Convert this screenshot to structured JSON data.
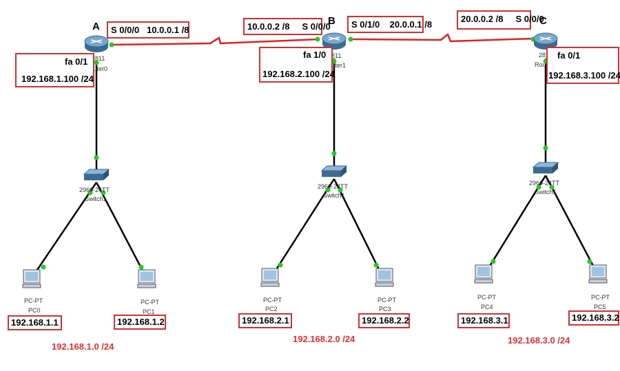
{
  "routers": [
    {
      "letter": "A",
      "model": "2811",
      "name": "Router0"
    },
    {
      "letter": "B",
      "model": "2811",
      "name": "Router1"
    },
    {
      "letter": "C",
      "model": "2811",
      "name": "Router2"
    }
  ],
  "switches": [
    {
      "model": "2960-24TT",
      "name": "Switch1"
    },
    {
      "model": "2960-24TT",
      "name": "Switch1"
    },
    {
      "model": "2960-24TT",
      "name": "Switch1"
    }
  ],
  "pcs": [
    {
      "type": "PC-PT",
      "name": "PC0",
      "ip": "192.168.1.1"
    },
    {
      "type": "PC-PT",
      "name": "PC1",
      "ip": "192.168.1.2"
    },
    {
      "type": "PC-PT",
      "name": "PC2",
      "ip": "192.168.2.1"
    },
    {
      "type": "PC-PT",
      "name": "PC3",
      "ip": "192.168.2.2"
    },
    {
      "type": "PC-PT",
      "name": "PC4",
      "ip": "192.168.3.1"
    },
    {
      "type": "PC-PT",
      "name": "PC5",
      "ip": "192.168.3.2"
    }
  ],
  "router_labels": {
    "a_serial": "S 0/0/0   10.0.0.1 /8",
    "a_fa_if": "fa 0/1",
    "a_fa_ip": "192.168.1.100 /24",
    "b_serial_left": "10.0.0.2 /8     S 0/0/0",
    "b_serial_right": "S 0/1/0    20.0.0.1 /8",
    "b_fa_if": "fa 1/0",
    "b_fa_ip": "192.168.2.100 /24",
    "c_serial": "20.0.0.2 /8     S 0/0/0",
    "c_fa_if": "fa 0/1",
    "c_fa_ip": "192.168.3.100 /24"
  },
  "networks": [
    "192.168.1.0 /24",
    "192.168.2.0 /24",
    "192.168.3.0 /24"
  ],
  "colors": {
    "link": "#000000",
    "serial": "#e02020",
    "port": "#22cc22",
    "box": "#d03030",
    "network_text": "#e03030"
  }
}
